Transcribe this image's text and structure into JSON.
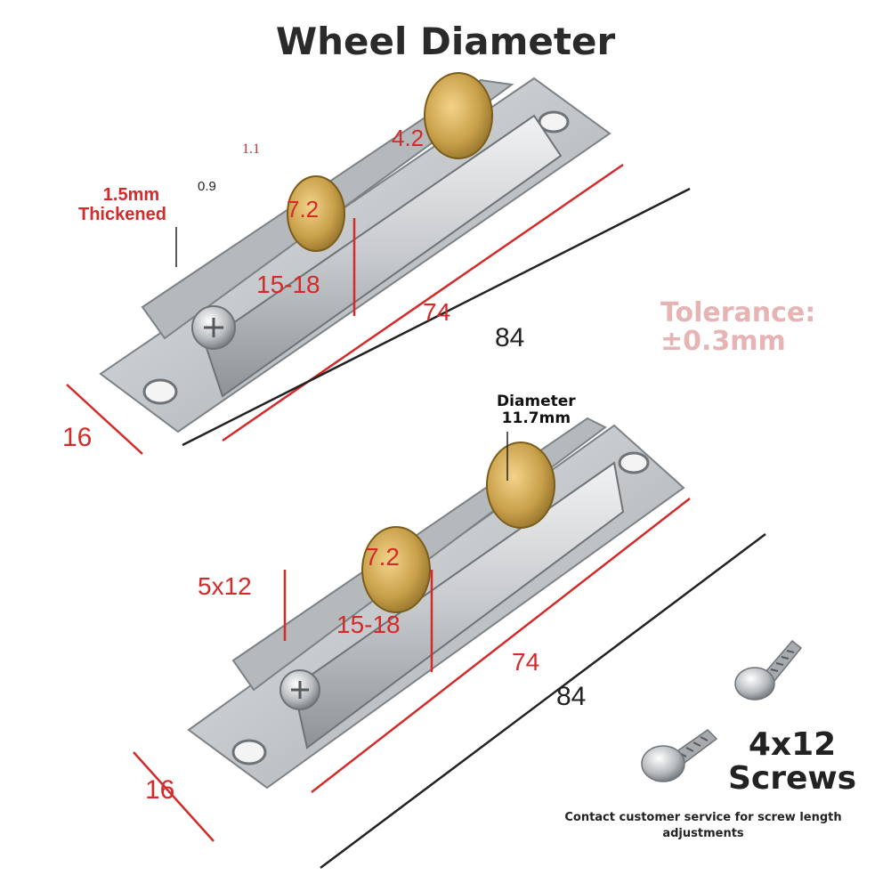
{
  "title": "Wheel Diameter",
  "tolerance": {
    "line1": "Tolerance:",
    "line2": "±0.3mm"
  },
  "top_item": {
    "wheel_large": "4.2",
    "wheel_small": "7.2",
    "dim_1_1": "1.1",
    "dim_0_9": "0.9",
    "thickened_line1": "1.5mm",
    "thickened_line2": "Thickened",
    "height": "15-18",
    "inner_length": "74",
    "total_length": "84",
    "width": "16"
  },
  "bottom_item": {
    "diameter_line1": "Diameter",
    "diameter_line2": "11.7mm",
    "wheel": "7.2",
    "screw_size": "5x12",
    "height": "15-18",
    "inner_length": "74",
    "total_length": "84",
    "width": "16"
  },
  "screws": {
    "line1": "4x12",
    "line2": "Screws"
  },
  "note": {
    "line1": "Contact customer service for screw length",
    "line2": "adjustments"
  },
  "colors": {
    "annotation": "#d42a2a",
    "metal": "#c9cccf",
    "brass": "#c9a04a",
    "tolerance": "#e6b4b4"
  }
}
